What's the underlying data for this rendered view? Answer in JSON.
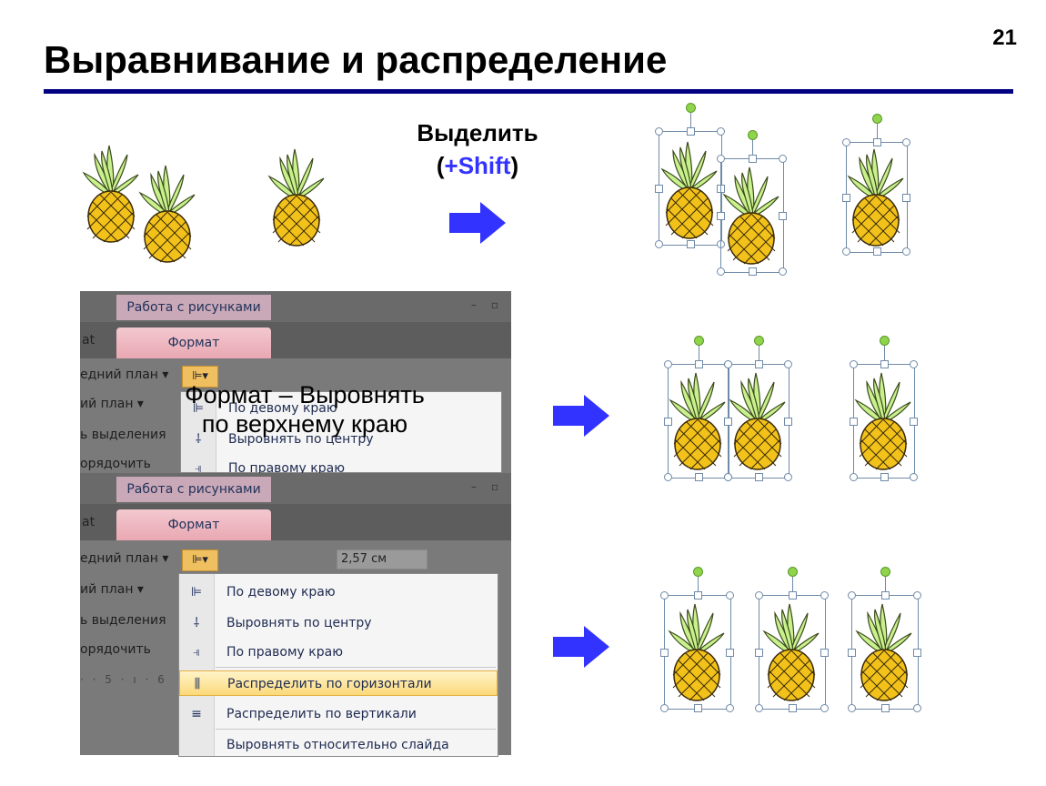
{
  "slide": {
    "number": "21",
    "title": "Выравнивание и распределение"
  },
  "select_step": {
    "line1": "Выделить",
    "paren_open": "(",
    "shift": "+Shift",
    "paren_close": ")"
  },
  "overlay_caption": {
    "line1": "Формат – Выровнять",
    "line2": "по верхнему краю"
  },
  "ribbon": {
    "context_tab": "Работа с рисунками",
    "format_tab": "Формат",
    "stub_tab": "at",
    "window_controls": "– ▫",
    "left_items": [
      "едний план ▾",
      "ий план ▾",
      "ь выделения",
      "орядочить"
    ],
    "align_button_icon": "align-left-icon",
    "size_value": "2,57 см",
    "ruler": "· · 5 · ı · 6"
  },
  "menu": {
    "items": [
      {
        "icon": "align-left-icon",
        "label": "По девому краю"
      },
      {
        "icon": "align-center-icon",
        "label": "Выровнять по центру"
      },
      {
        "icon": "align-right-icon",
        "label": "По правому краю"
      },
      {
        "icon": "distribute-horizontal-icon",
        "label": "Распределить по горизонтали"
      },
      {
        "icon": "distribute-vertical-icon",
        "label": "Распределить по вертикали"
      },
      {
        "icon": "",
        "label": "Выровнять относительно слайда"
      }
    ]
  },
  "colors": {
    "title_rule": "#000080",
    "shift_text": "#3333ff",
    "arrow": "#3333ff",
    "pineapple_body": "#f2c21a",
    "pineapple_leaves": "#c8f08c",
    "rotation_handle": "#8fd44a"
  }
}
